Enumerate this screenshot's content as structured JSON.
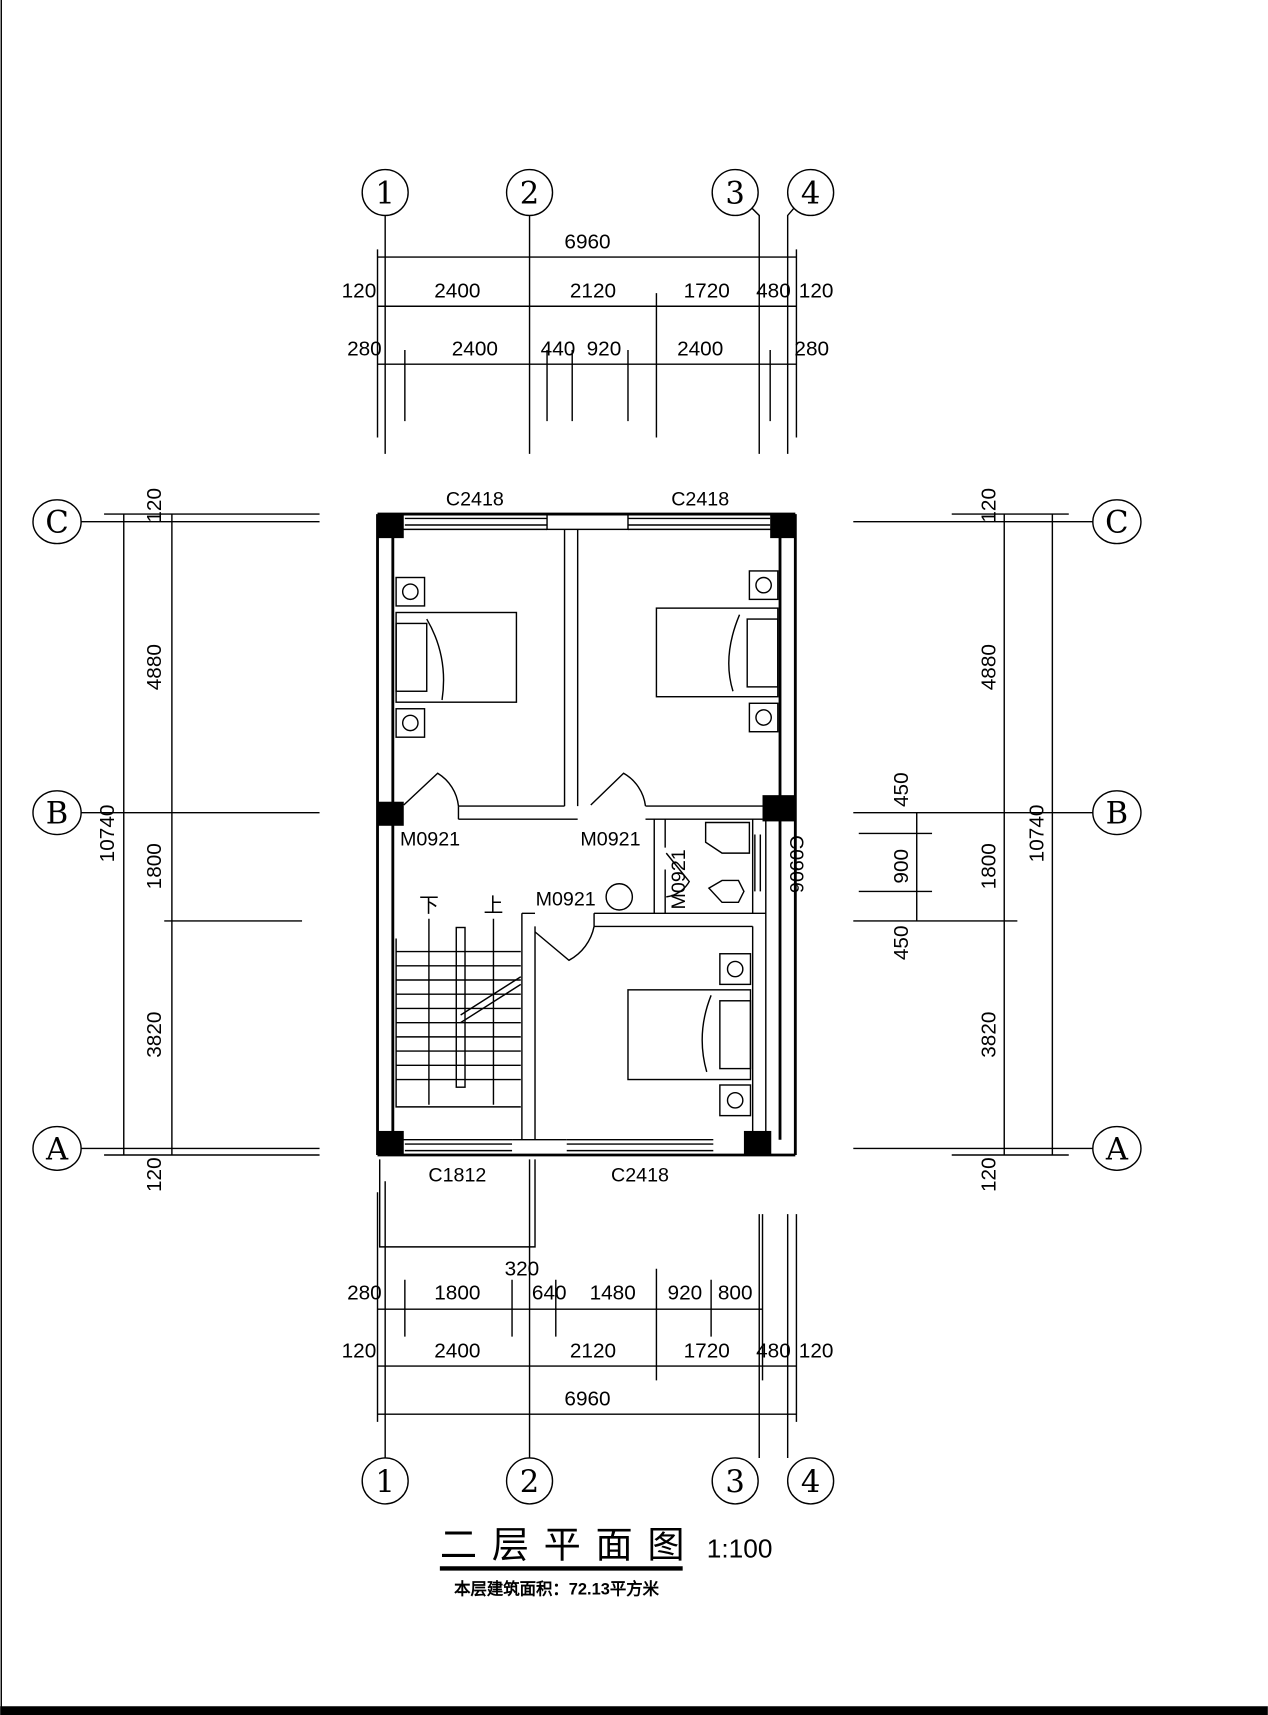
{
  "title": "二 层 平 面 图",
  "scale": "1:100",
  "area_note": "本层建筑面积：72.13平方米",
  "axes": {
    "h": [
      "1",
      "2",
      "3",
      "4"
    ],
    "v": [
      "A",
      "B",
      "C"
    ]
  },
  "top_dims": {
    "total": "6960",
    "row2": [
      "120",
      "2400",
      "2120",
      "1720",
      "480",
      "120"
    ],
    "row3": [
      "280",
      "2400",
      "440",
      "920",
      "2400",
      "280"
    ]
  },
  "bottom_dims": {
    "total": "6960",
    "row2": [
      "120",
      "2400",
      "2120",
      "1720",
      "480",
      "120"
    ],
    "row3": [
      "280",
      "1800",
      "320",
      "640",
      "1480",
      "920",
      "800"
    ]
  },
  "left_dims": {
    "total": "10740",
    "parts": [
      "120",
      "4880",
      "1800",
      "3820",
      "120"
    ]
  },
  "right_dims": {
    "total": "10740",
    "parts": [
      "120",
      "4880",
      "1800",
      "3820",
      "120"
    ],
    "window": [
      "450",
      "900",
      "450"
    ]
  },
  "windows": {
    "top_left": "C2418",
    "top_right": "C2418",
    "bottom_left": "C1812",
    "bottom_right": "C2418",
    "bath": "C0906"
  },
  "doors": {
    "d1": "M0921",
    "d2": "M0921",
    "d3": "M0921",
    "d4": "M0921"
  },
  "stair": {
    "down": "下",
    "up": "上"
  }
}
